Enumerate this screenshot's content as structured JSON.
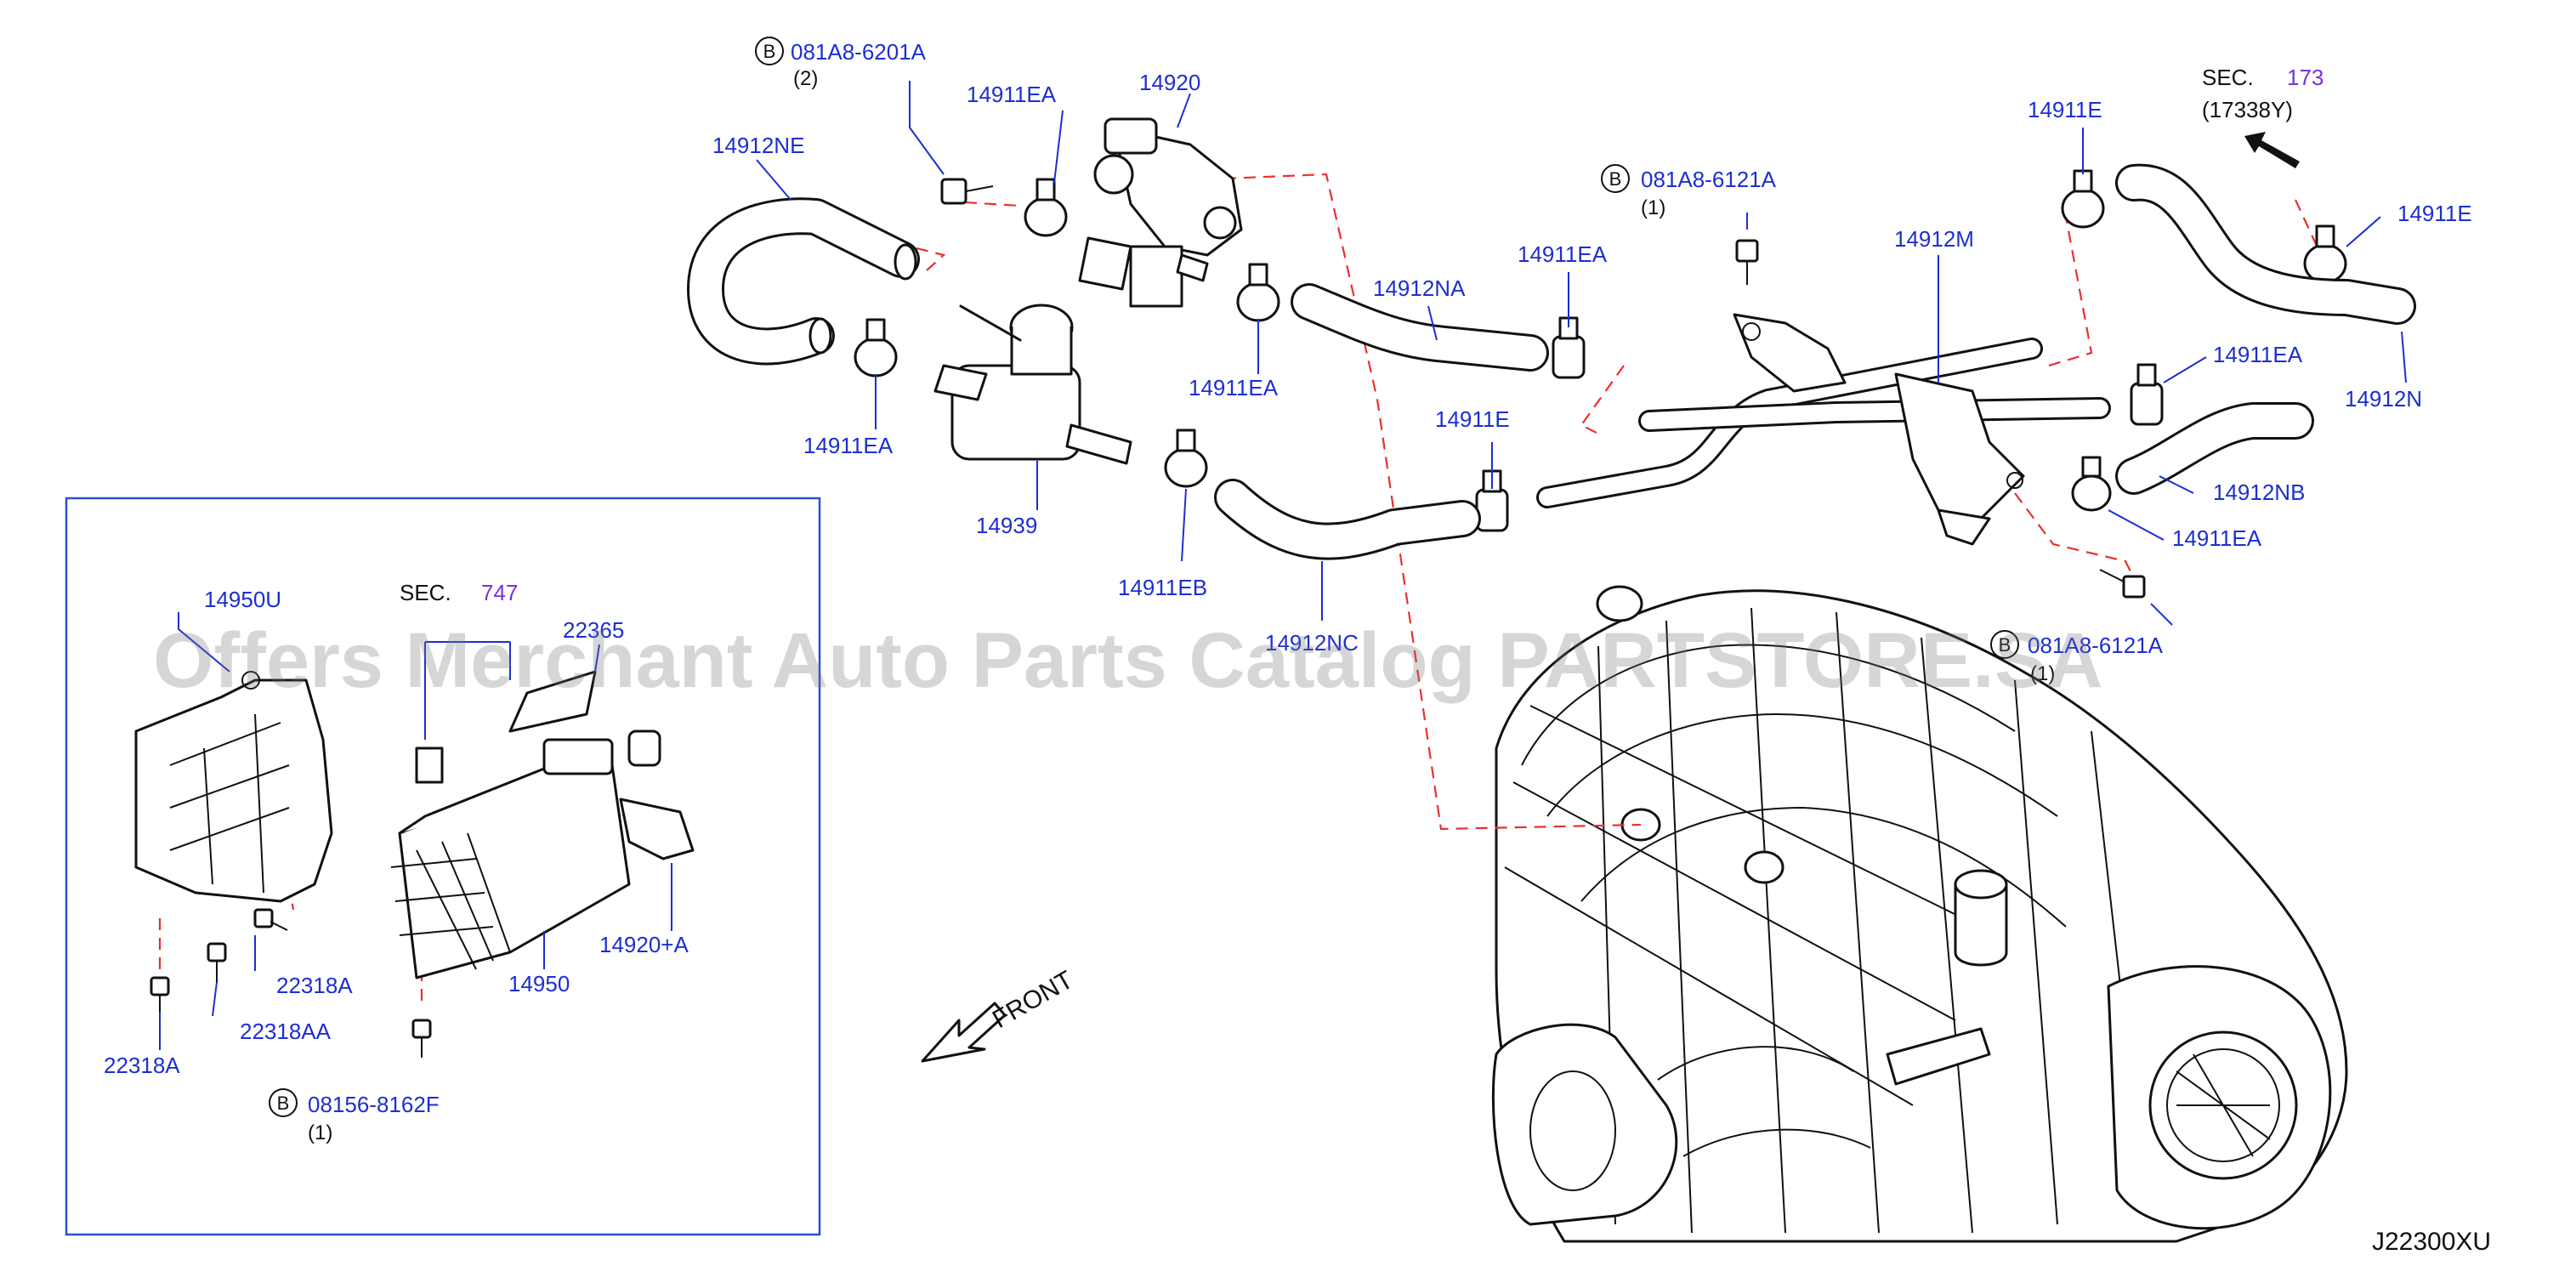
{
  "diagram": {
    "reference_code": "J22300XU",
    "front_label": "FRONT",
    "watermark": "Offers Merchant Auto Parts Catalog PARTSTORE.SA",
    "sections": {
      "sec_173": {
        "label": "SEC.",
        "number": "173",
        "sub": "(17338Y)"
      },
      "sec_747": {
        "label": "SEC.",
        "number": "747"
      }
    },
    "bolt_refs": {
      "b1": {
        "badge": "B",
        "part": "081A8-6201A",
        "qty": "(2)"
      },
      "b2": {
        "badge": "B",
        "part": "081A8-6121A",
        "qty": "(1)"
      },
      "b3": {
        "badge": "B",
        "part": "081A8-6121A",
        "qty": "(1)"
      },
      "b4": {
        "badge": "B",
        "part": "08156-8162F",
        "qty": "(1)"
      }
    },
    "labels": {
      "p14912NE": "14912NE",
      "p14911EA_a": "14911EA",
      "p14920": "14920",
      "p14911EA_b": "14911EA",
      "p14911EA_c": "14911EA",
      "p14939": "14939",
      "p14911EB": "14911EB",
      "p14912NC": "14912NC",
      "p14912NA": "14912NA",
      "p14911EA_d": "14911EA",
      "p14911E_a": "14911E",
      "p14912M": "14912M",
      "p14911E_b": "14911E",
      "p14911E_c": "14911E",
      "p14912N": "14912N",
      "p14911EA_e": "14911EA",
      "p14912NB": "14912NB",
      "p14911EA_f": "14911EA",
      "p14950U": "14950U",
      "p22365": "22365",
      "p14920A": "14920+A",
      "p14950": "14950",
      "p22318A_a": "22318A",
      "p22318AA": "22318AA",
      "p22318A_b": "22318A"
    }
  }
}
